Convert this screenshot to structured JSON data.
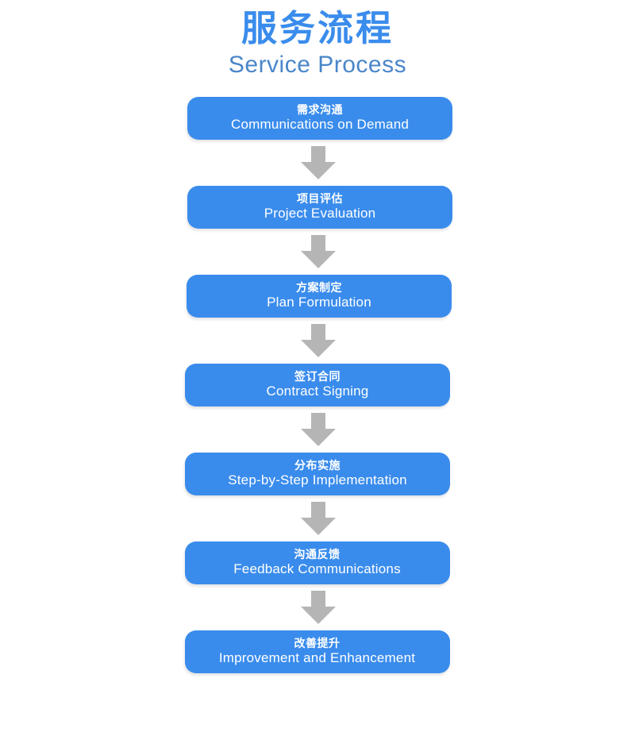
{
  "header": {
    "title_cn": "服务流程",
    "title_en": "Service Process"
  },
  "colors": {
    "box_blue": "#3a8cec",
    "title_blue": "#3a8cec",
    "subtitle_blue": "#4a86c9",
    "arrow_gray": "#b5b5b5",
    "text_white": "#ffffff",
    "background": "#ffffff"
  },
  "flow": {
    "arrow_icon": "arrow-down-icon",
    "steps": [
      {
        "cn": "需求沟通",
        "en": "Communications on Demand"
      },
      {
        "cn": "项目评估",
        "en": "Project   Evaluation"
      },
      {
        "cn": "方案制定",
        "en": "Plan Formulation"
      },
      {
        "cn": "签订合同",
        "en": "Contract Signing"
      },
      {
        "cn": "分布实施",
        "en": "Step-by-Step Implementation"
      },
      {
        "cn": "沟通反馈",
        "en": "Feedback Communications"
      },
      {
        "cn": "改善提升",
        "en": "Improvement and Enhancement"
      }
    ]
  }
}
